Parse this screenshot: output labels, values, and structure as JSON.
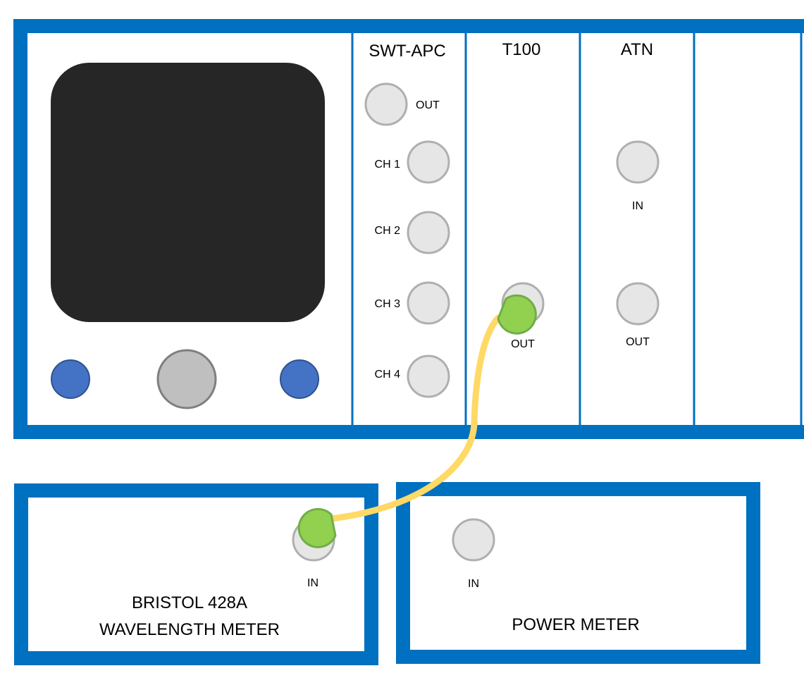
{
  "colors": {
    "frame": "#0070C0",
    "screen": "#262626",
    "knob_blue": "#4472C4",
    "knob_gray": "#BFBFBF",
    "port_fill": "#E7E6E6",
    "port_stroke": "#AFAFAF",
    "connector": "#92D050",
    "fiber": "#FFD966"
  },
  "mainframe": {
    "screen": "display-screen",
    "knobs": [
      "blue-knob",
      "gray-knob",
      "blue-knob"
    ],
    "modules": [
      {
        "title": "SWT-APC",
        "ports": [
          {
            "label": "OUT"
          },
          {
            "label": "CH 1"
          },
          {
            "label": "CH 2"
          },
          {
            "label": "CH 3"
          },
          {
            "label": "CH 4"
          }
        ]
      },
      {
        "title": "T100",
        "ports": [
          {
            "label": "OUT",
            "connected": true
          }
        ]
      },
      {
        "title": "ATN",
        "ports": [
          {
            "label": "IN"
          },
          {
            "label": "OUT"
          }
        ]
      },
      {
        "title": "",
        "ports": []
      }
    ]
  },
  "wavelength_meter": {
    "name_line1": "BRISTOL 428A",
    "name_line2": "WAVELENGTH METER",
    "port": {
      "label": "IN",
      "connected": true
    }
  },
  "power_meter": {
    "name": "POWER METER",
    "port": {
      "label": "IN",
      "connected": false
    }
  },
  "fiber": {
    "from": "T100 OUT",
    "to": "WAVELENGTH METER IN"
  }
}
